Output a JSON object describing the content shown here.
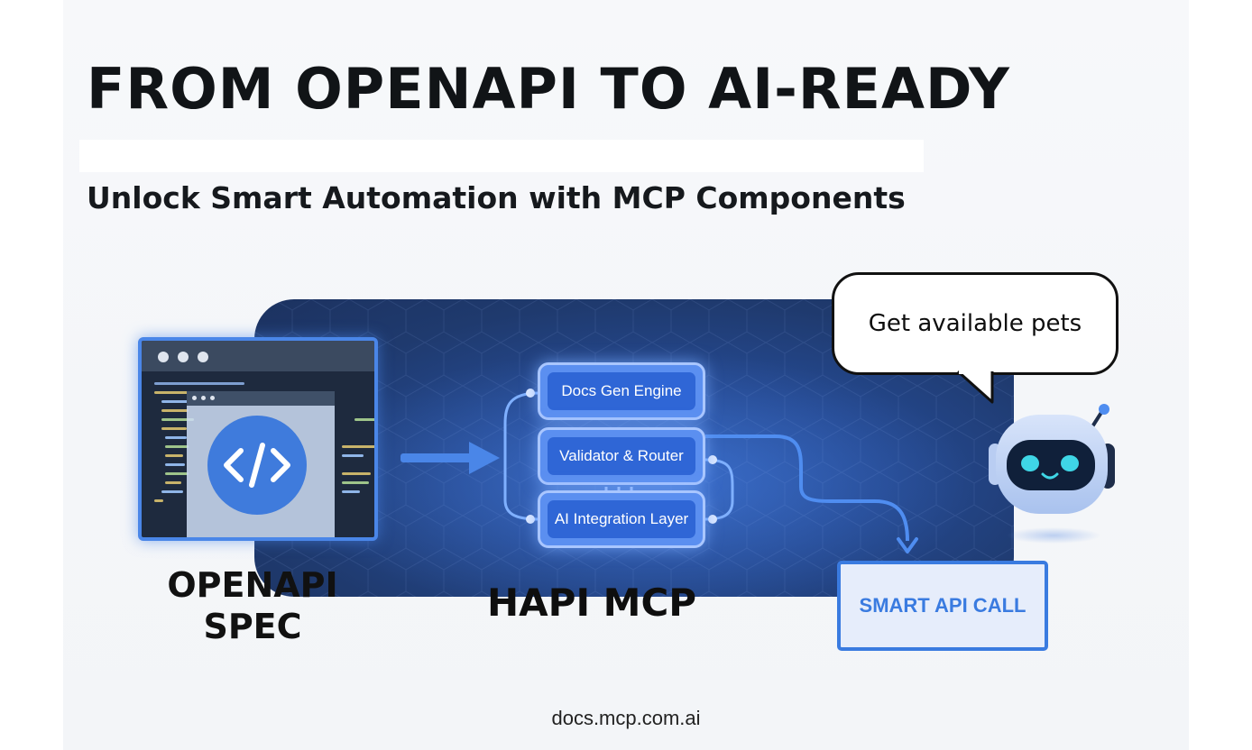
{
  "header": {
    "title": "FROM OPENAPI TO AI-READY",
    "subtitle": "Unlock Smart Automation with MCP Components"
  },
  "spec": {
    "label_line1": "OPENAPI",
    "label_line2": "SPEC",
    "icon": "code-brackets-icon"
  },
  "mcp": {
    "label": "HAPI MCP",
    "components": [
      {
        "label": "Docs Gen Engine"
      },
      {
        "label": "Validator & Router"
      },
      {
        "label": "AI Integration Layer"
      }
    ]
  },
  "agent": {
    "speech": "Get available pets",
    "icon": "robot-icon"
  },
  "output": {
    "label": "SMART API CALL"
  },
  "footer": {
    "url": "docs.mcp.com.ai"
  },
  "colors": {
    "accent": "#3a7be0",
    "stage_dark": "#1f3a6e",
    "engine_box": "#2f66d6",
    "robot_eyes": "#3fd6e6"
  }
}
